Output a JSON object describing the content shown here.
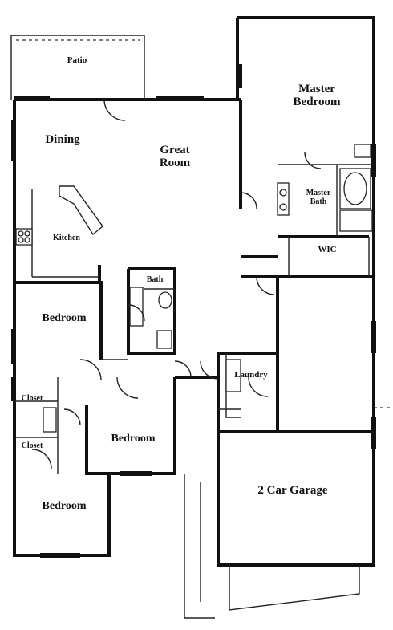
{
  "rooms": {
    "patio": "Patio",
    "master_bedroom_line1": "Master",
    "master_bedroom_line2": "Bedroom",
    "dining": "Dining",
    "great_room_line1": "Great",
    "great_room_line2": "Room",
    "master_bath_line1": "Master",
    "master_bath_line2": "Bath",
    "kitchen": "Kitchen",
    "wic": "WIC",
    "bath": "Bath",
    "bedroom_left": "Bedroom",
    "laundry": "Laundry",
    "closet_upper": "Closet",
    "closet_lower": "Closet",
    "bedroom_center": "Bedroom",
    "garage": "2 Car Garage",
    "bedroom_bottom": "Bedroom"
  }
}
